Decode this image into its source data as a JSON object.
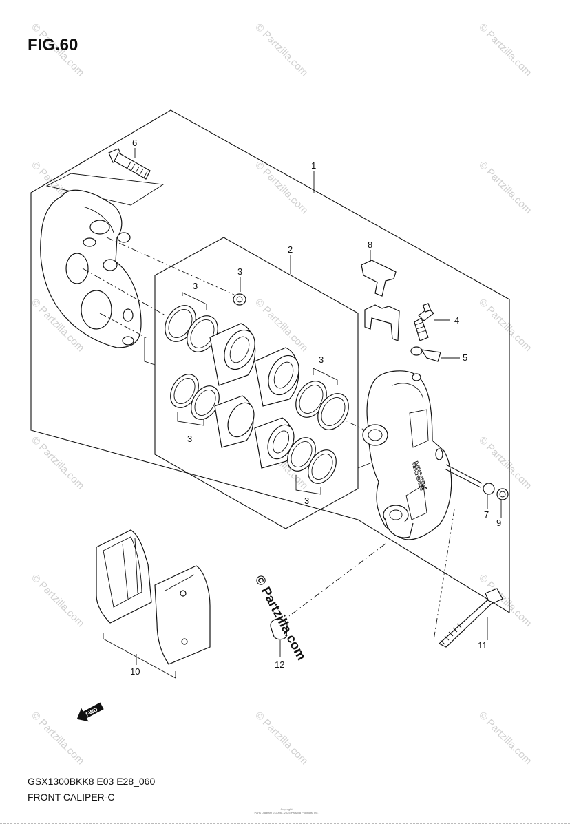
{
  "header": {
    "figure": "FIG.60"
  },
  "footer": {
    "model_code": "GSX1300BKK8 E03 E28_060",
    "diagram_name": "FRONT CALIPER-C",
    "copyright_line1": "Copyright",
    "copyright_line2": "Parts Diagram © 2006 - 2025 Partzilla Products, Inc."
  },
  "watermark": {
    "text": "© Partzilla.com"
  },
  "parts": {
    "p1": "1",
    "p2": "2",
    "p3a": "3",
    "p3b": "3",
    "p3c": "3",
    "p3d": "3",
    "p3e": "3",
    "p4": "4",
    "p5": "5",
    "p6": "6",
    "p7": "7",
    "p8": "8",
    "p9": "9",
    "p10": "10",
    "p11": "11",
    "p12": "12"
  },
  "labels": {
    "brand_on_caliper": "NISSIN",
    "fwd_arrow": "FWD"
  },
  "colors": {
    "line": "#111111",
    "watermark": "#d0d0d0",
    "background": "#ffffff"
  }
}
